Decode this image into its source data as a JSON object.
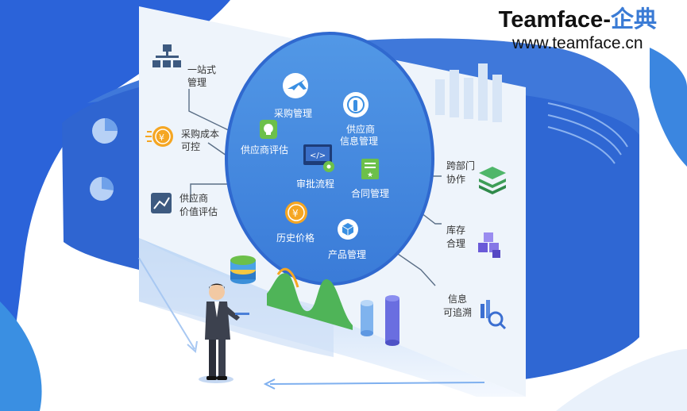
{
  "brand": {
    "name": "Teamface",
    "dash": "-",
    "cn_name": "企典",
    "url": "www.teamface.cn",
    "accent": "#3a7bd5"
  },
  "left_panel": {
    "items": [
      {
        "line1": "一站式",
        "line2": "管理",
        "icon": "org-chart-icon"
      },
      {
        "line1": "采购成本",
        "line2": "可控",
        "icon": "yen-coin-icon"
      },
      {
        "line1": "供应商",
        "line2": "价值评估",
        "icon": "trend-chart-icon"
      }
    ]
  },
  "circle": {
    "items": [
      {
        "label": "采购管理",
        "icon": "airplane-icon"
      },
      {
        "line1": "供应商",
        "line2": "信息管理",
        "icon": "touch-hand-icon"
      },
      {
        "label": "供应商评估",
        "icon": "lightbulb-icon"
      },
      {
        "label": "审批流程",
        "icon": "monitor-gear-icon"
      },
      {
        "label": "合同管理",
        "icon": "contract-icon"
      },
      {
        "label": "历史价格",
        "icon": "yen-coin-icon"
      },
      {
        "label": "产品管理",
        "icon": "product-cube-icon"
      }
    ]
  },
  "right_panel": {
    "items": [
      {
        "line1": "跨部门",
        "line2": "协作",
        "icon": "stack-layers-icon"
      },
      {
        "line1": "库存",
        "line2": "合理",
        "icon": "boxes-icon"
      },
      {
        "line1": "信息",
        "line2": "可追溯",
        "icon": "magnifier-chart-icon"
      }
    ]
  },
  "colors": {
    "dark_blue": "#2a5cd0",
    "mid_blue": "#3c84dc",
    "circle_blue": "#4a8de0",
    "panel": "#eef4fb",
    "text": "#333333"
  }
}
